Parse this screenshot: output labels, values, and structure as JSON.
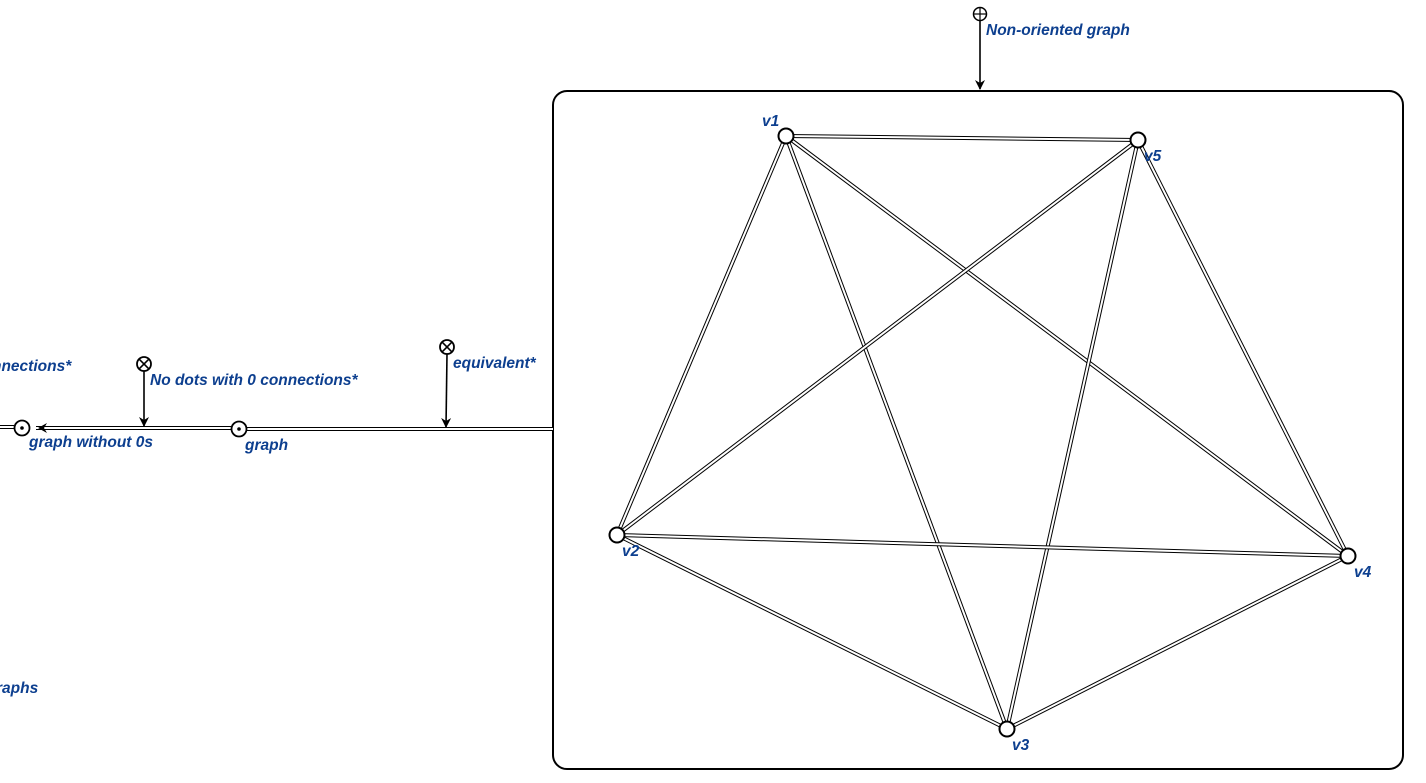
{
  "colors": {
    "label": "#0d3f8f",
    "line": "#000000",
    "background": "#ffffff"
  },
  "header": {
    "title": "Non-oriented graph"
  },
  "chain": {
    "cut_label": "nnections*",
    "graph_without_0s": "graph without 0s",
    "no_dots_label": "No dots with 0 connections*",
    "graph": "graph",
    "equivalent": "equivalent*",
    "bottom_cut_label": "raphs"
  },
  "vertices": [
    {
      "id": "v1",
      "label": "v1"
    },
    {
      "id": "v2",
      "label": "v2"
    },
    {
      "id": "v3",
      "label": "v3"
    },
    {
      "id": "v4",
      "label": "v4"
    },
    {
      "id": "v5",
      "label": "v5"
    }
  ],
  "edges": [
    [
      "v1",
      "v5"
    ],
    [
      "v1",
      "v2"
    ],
    [
      "v1",
      "v3"
    ],
    [
      "v1",
      "v4"
    ],
    [
      "v5",
      "v2"
    ],
    [
      "v5",
      "v3"
    ],
    [
      "v5",
      "v4"
    ],
    [
      "v2",
      "v4"
    ],
    [
      "v2",
      "v3"
    ],
    [
      "v3",
      "v4"
    ]
  ]
}
